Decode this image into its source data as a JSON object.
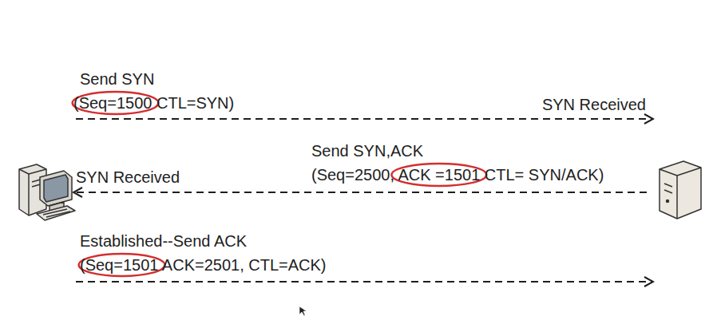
{
  "diagram": {
    "labels": [
      "Send SYN",
      "(Seq=1500 CTL=SYN)",
      "SYN Received",
      "Send SYN,ACK",
      "(Seq=2500, ACK =1501 CTL= SYN/ACK)",
      "SYN Received",
      "Established--Send ACK",
      "(Seq=1501 ACK=2501, CTL=ACK)"
    ]
  }
}
